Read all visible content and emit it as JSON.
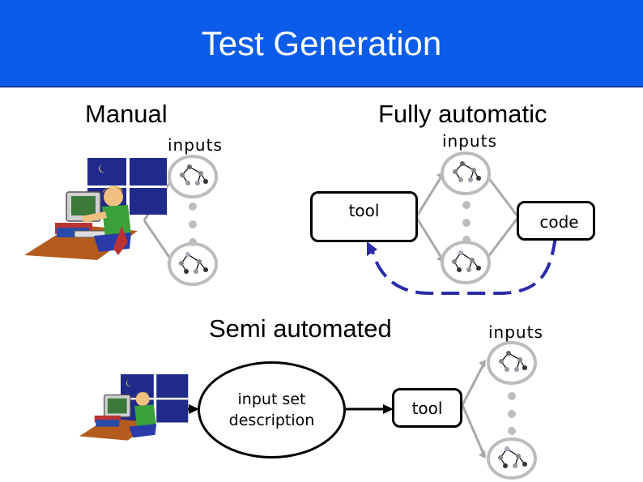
{
  "header": {
    "title": "Test Generation",
    "bg_color": "#0b5ce8"
  },
  "manual": {
    "heading": "Manual",
    "inputs_label": "inputs"
  },
  "fully_automatic": {
    "heading": "Fully automatic",
    "inputs_label": "inputs",
    "tool_label": "tool",
    "code_label": "code"
  },
  "semi_automated": {
    "heading": "Semi automated",
    "inputs_label": "inputs",
    "description_line1": "input set",
    "description_line2": "description",
    "tool_label": "tool"
  },
  "colors": {
    "feedback_arrow": "#2b2ba8",
    "flow_arrow": "#a8a8a8"
  }
}
